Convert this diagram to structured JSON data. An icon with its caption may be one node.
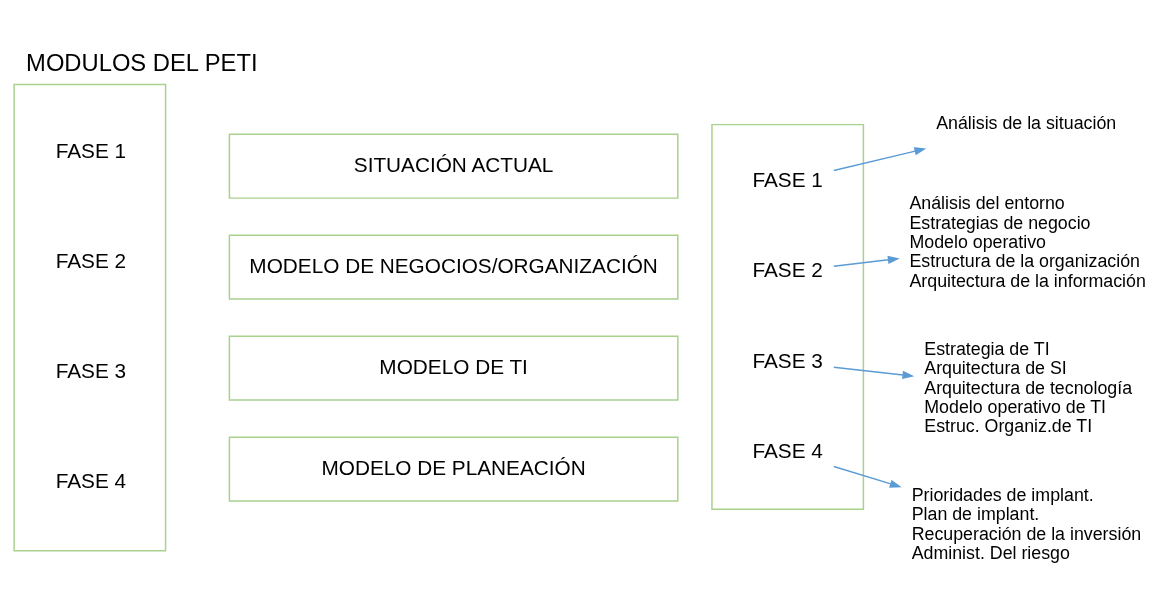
{
  "diagram": {
    "title": "MODULOS DEL PETI",
    "nodes": [
      {
        "text": [
          "FASE 1",
          "FASE 2",
          "FASE 3",
          "FASE 4"
        ]
      },
      {
        "text": [
          "SITUACIÓN ACTUAL"
        ]
      },
      {
        "text": [
          "MODELO DE NEGOCIOS/ORGANIZACIÓN"
        ]
      },
      {
        "text": [
          "MODELO DE TI"
        ]
      },
      {
        "text": [
          "MODELO DE PLANEACIÓN"
        ]
      },
      {
        "text": [],
        "shape": "box"
      },
      {
        "text": [
          "FASE 1"
        ],
        "in": 5
      },
      {
        "text": [
          "FASE 2"
        ],
        "in": 5
      },
      {
        "text": [
          "FASE 3"
        ],
        "in": 5
      },
      {
        "text": [
          "FASE 4"
        ],
        "in": 5
      },
      {
        "text": [
          "Análisis de la situación"
        ]
      },
      {
        "text": [
          "Análisis del entorno",
          "Estrategias de negocio",
          "Modelo operativo",
          "Estructura de la organización",
          "Arquitectura de la información"
        ]
      },
      {
        "text": [
          "Estrategia de TI",
          "Arquitectura de SI",
          "Arquitectura de tecnología",
          "Modelo operativo de TI",
          "Estruc. Organiz.de TI"
        ]
      },
      {
        "text": [
          "Prioridades de implant.",
          "Plan de implant.",
          "Recuperación de la inversión",
          "Administ. Del riesgo"
        ]
      }
    ],
    "edges": [
      {
        "from": 6,
        "to": 10,
        "arrow": "to",
        "color": "#5b9bd5"
      },
      {
        "from": 7,
        "to": 11,
        "arrow": "to",
        "color": "#5b9bd5"
      },
      {
        "from": 8,
        "to": 12,
        "arrow": "to",
        "color": "#5b9bd5"
      },
      {
        "from": 9,
        "to": 13,
        "arrow": "to",
        "color": "#5b9bd5"
      }
    ]
  }
}
